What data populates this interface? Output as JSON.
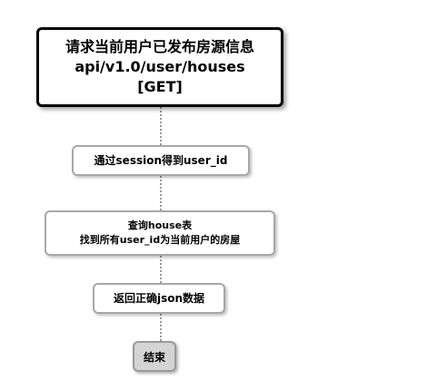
{
  "start": {
    "title": "请求当前用户已发布房源信息",
    "endpoint": "api/v1.0/user/houses",
    "method": "[GET]"
  },
  "steps": [
    {
      "lines": [
        "通过session得到user_id"
      ]
    },
    {
      "lines": [
        "查询house表",
        "找到所有user_id为当前用户的房屋"
      ]
    },
    {
      "lines": [
        "返回正确json数据"
      ]
    }
  ],
  "end": {
    "label": "结束"
  }
}
